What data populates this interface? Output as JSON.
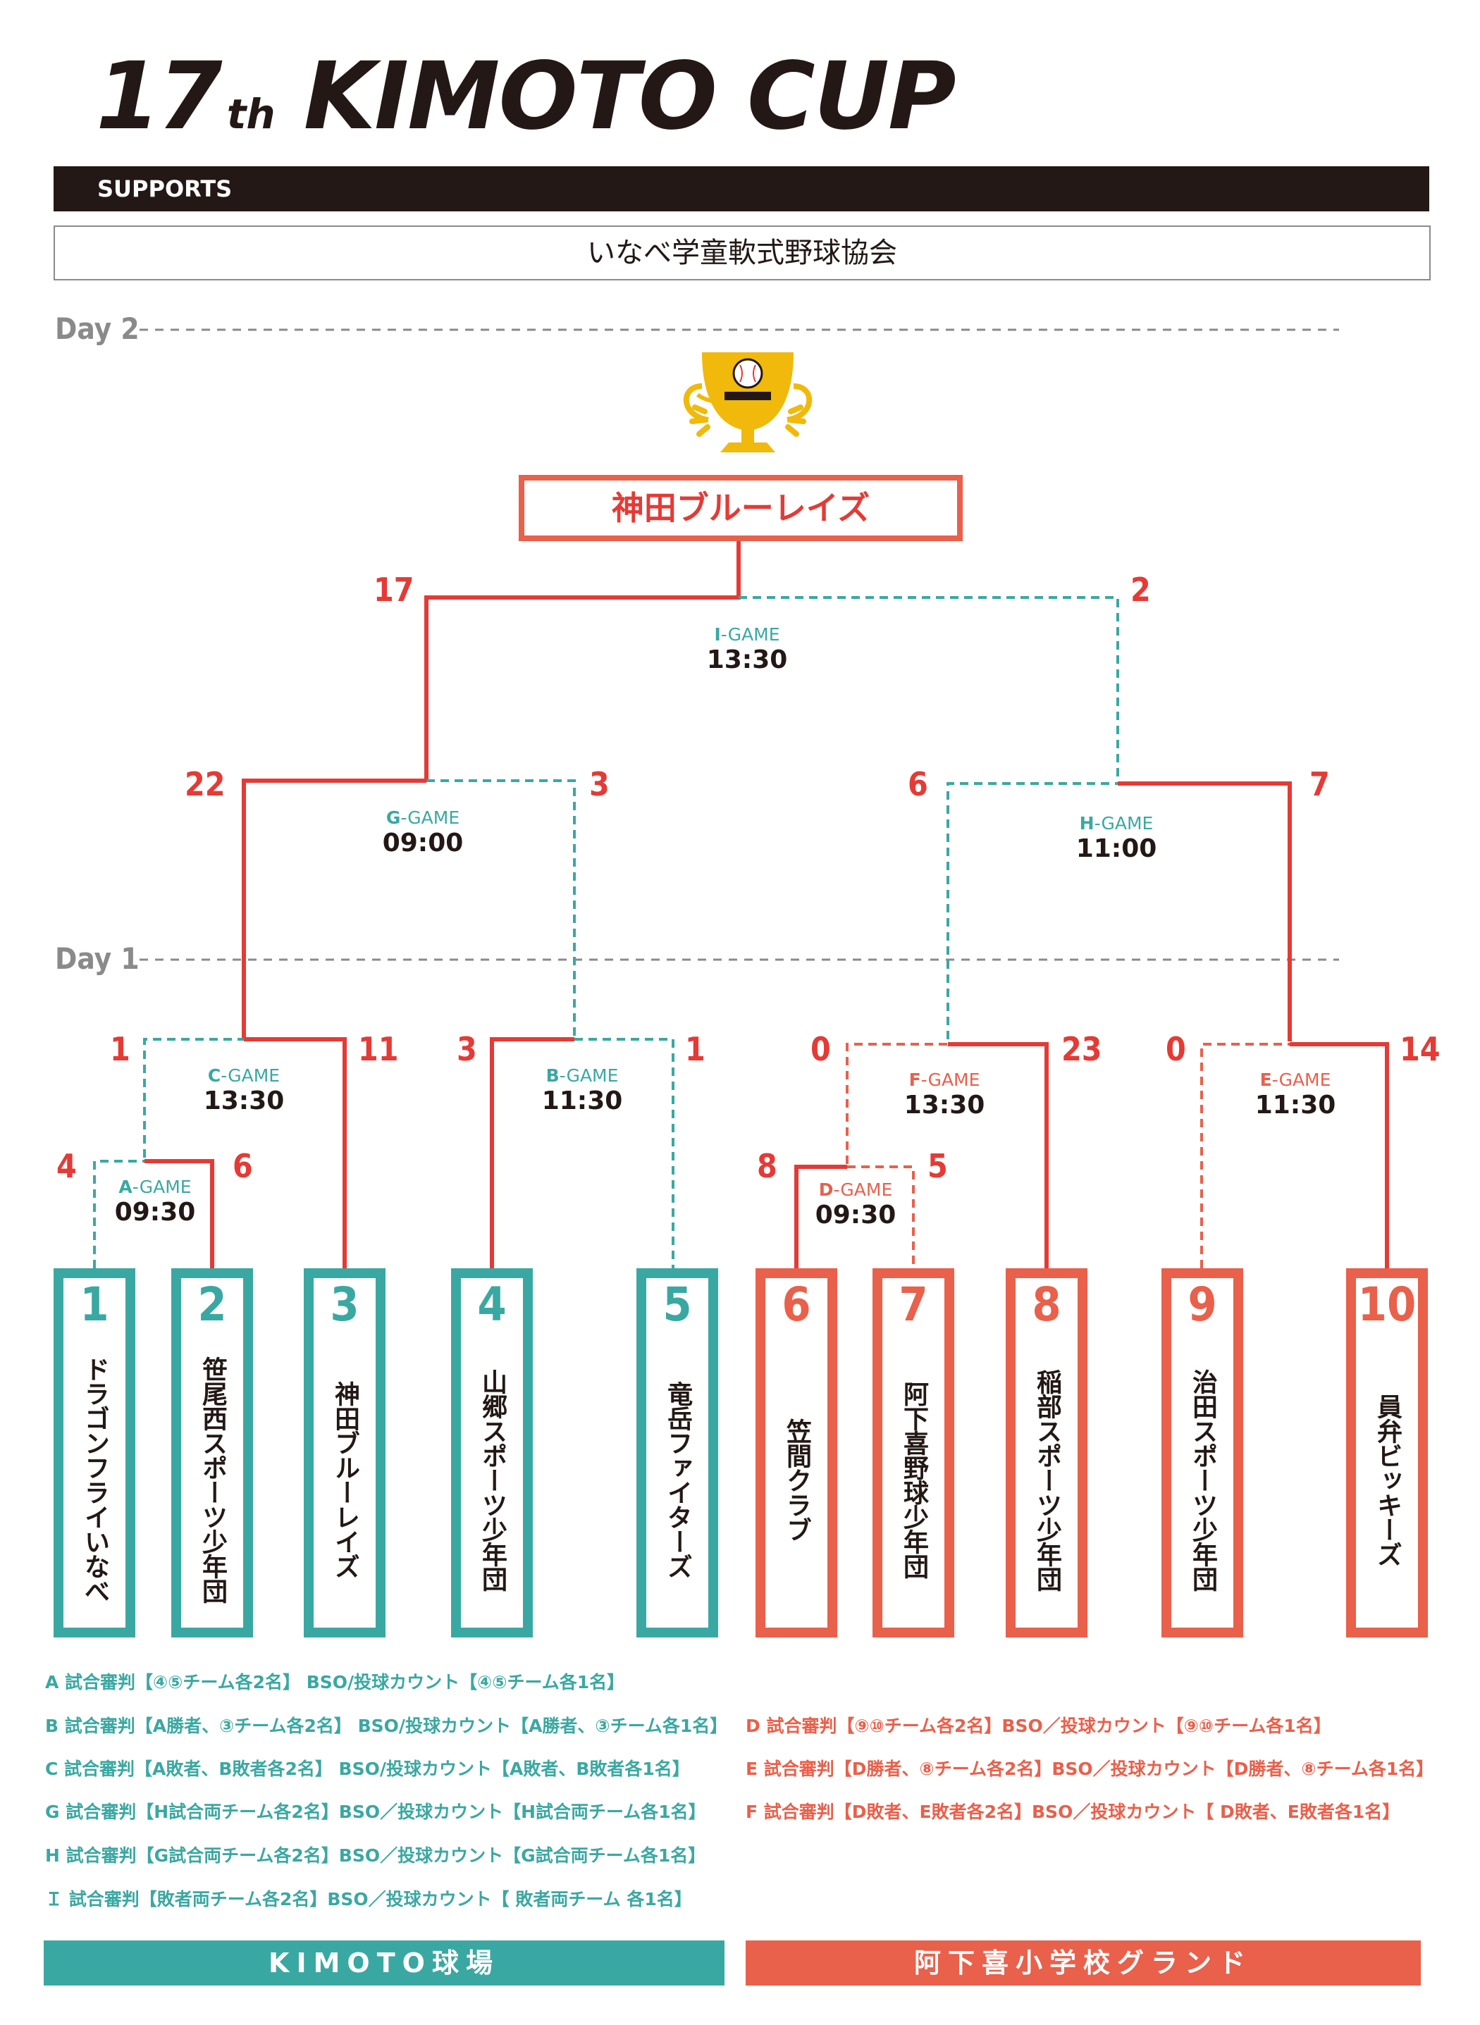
{
  "header": {
    "edition": "17",
    "edition_suffix": "th",
    "name": "KIMOTO CUP"
  },
  "supports": {
    "label": "SUPPORTS",
    "organization": "いなべ学童軟式野球協会"
  },
  "days": {
    "day2": "Day 2",
    "day1": "Day 1"
  },
  "champion": "神田ブルーレイズ",
  "colors": {
    "kimoto": "#3aa8a2",
    "agekiki": "#e9604b",
    "winner_line": "#e53a35",
    "text": "#231815"
  },
  "icons": {
    "trophy": "trophy-icon"
  },
  "teams": [
    {
      "no": "1",
      "name": "ドラゴンフライいなべ"
    },
    {
      "no": "2",
      "name": "笹尾西スポーツ少年団"
    },
    {
      "no": "3",
      "name": "神田ブルーレイズ"
    },
    {
      "no": "4",
      "name": "山郷スポーツ少年団"
    },
    {
      "no": "5",
      "name": "竜岳ファイターズ"
    },
    {
      "no": "6",
      "name": "笠間クラブ"
    },
    {
      "no": "7",
      "name": "阿下喜野球少年団"
    },
    {
      "no": "8",
      "name": "稲部スポーツ少年団"
    },
    {
      "no": "9",
      "name": "治田スポーツ少年団"
    },
    {
      "no": "10",
      "name": "員弁ビッキーズ"
    }
  ],
  "games": {
    "A": {
      "letter": "A",
      "suffix": "-GAME",
      "time": "09:30",
      "left_score": "4",
      "right_score": "6"
    },
    "B": {
      "letter": "B",
      "suffix": "-GAME",
      "time": "11:30",
      "left_score": "3",
      "right_score": "1"
    },
    "C": {
      "letter": "C",
      "suffix": "-GAME",
      "time": "13:30",
      "left_score": "1",
      "right_score": "11"
    },
    "D": {
      "letter": "D",
      "suffix": "-GAME",
      "time": "09:30",
      "left_score": "8",
      "right_score": "5"
    },
    "E": {
      "letter": "E",
      "suffix": "-GAME",
      "time": "11:30",
      "left_score": "0",
      "right_score": "14"
    },
    "F": {
      "letter": "F",
      "suffix": "-GAME",
      "time": "13:30",
      "left_score": "0",
      "right_score": "23"
    },
    "G": {
      "letter": "G",
      "suffix": "-GAME",
      "time": "09:00",
      "left_score": "22",
      "right_score": "3"
    },
    "H": {
      "letter": "H",
      "suffix": "-GAME",
      "time": "11:00",
      "left_score": "6",
      "right_score": "7"
    },
    "I": {
      "letter": "I",
      "suffix": "-GAME",
      "time": "13:30",
      "left_score": "17",
      "right_score": "2"
    }
  },
  "rules_kimoto": [
    "A 試合審判【④⑤チーム各2名】 BSO/投球カウント【④⑤チーム各1名】",
    "B 試合審判【A勝者、③チーム各2名】 BSO/投球カウント【A勝者、③チーム各1名】",
    "C 試合審判【A敗者、B敗者各2名】 BSO/投球カウント【A敗者、B敗者各1名】",
    "G 試合審判【H試合両チーム各2名】BSO／投球カウント【H試合両チーム各1名】",
    "H 試合審判【G試合両チーム各2名】BSO／投球カウント【G試合両チーム各1名】",
    "Ｉ 試合審判【敗者両チーム各2名】BSO／投球カウント【 敗者両チーム 各1名】"
  ],
  "rules_agekiki": [
    "D 試合審判【⑨⑩チーム各2名】BSO／投球カウント【⑨⑩チーム各1名】",
    "E 試合審判【D勝者、⑧チーム各2名】BSO／投球カウント【D勝者、⑧チーム各1名】",
    "F 試合審判【D敗者、E敗者各2名】BSO／投球カウント【 D敗者、E敗者各1名】"
  ],
  "venues": {
    "kimoto": "KIMOTO球場",
    "agekiki": "阿下喜小学校グランド"
  }
}
